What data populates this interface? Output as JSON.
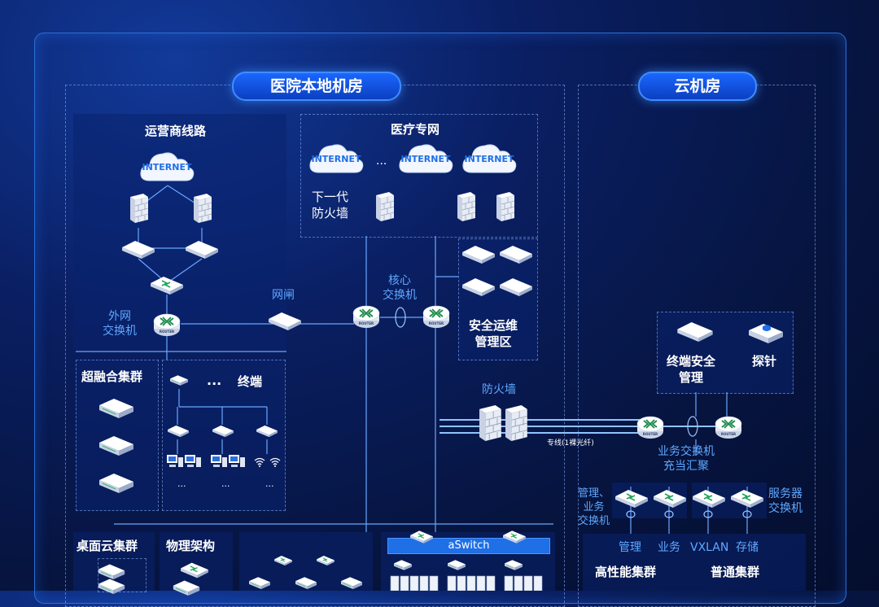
{
  "regions": {
    "local": "医院本地机房",
    "cloud": "云机房"
  },
  "carrier": {
    "title": "运营商线路",
    "cloud": "INTERNET",
    "switch_label": "外网\n交换机",
    "router_text": "ROUTER"
  },
  "medical": {
    "title": "医疗专网",
    "cloud": "INTERNET",
    "dots": "...",
    "ngfw": "下一代\n防火墙"
  },
  "gateway": "网闸",
  "core": {
    "label": "核心\n交换机",
    "router_text": "ROUTER"
  },
  "secops": "安全运维\n管理区",
  "hci": "超融合集群",
  "terminal": {
    "dots": "...",
    "label": "终端",
    "ellipsis": "..."
  },
  "firewall": "防火墙",
  "dedicated": "专线(1裸光纤)",
  "endpoint": {
    "mgmt": "终端安全\n管理",
    "probe": "探针"
  },
  "biz_switch": "业务交换机\n充当汇聚",
  "mgmt_switch": "管理、\n业务\n交换机",
  "server_switch": "服务器\n交换机",
  "net_labels": [
    "管理",
    "业务",
    "VXLAN",
    "存储"
  ],
  "clusters": {
    "hpc": "高性能集群",
    "general": "普通集群"
  },
  "desktop": "桌面云集群",
  "physical": "物理架构",
  "aswitch": "aSwitch",
  "colors": {
    "accent": "#1f6fe6",
    "line": "#6aa6ff",
    "background": "#06143f"
  }
}
